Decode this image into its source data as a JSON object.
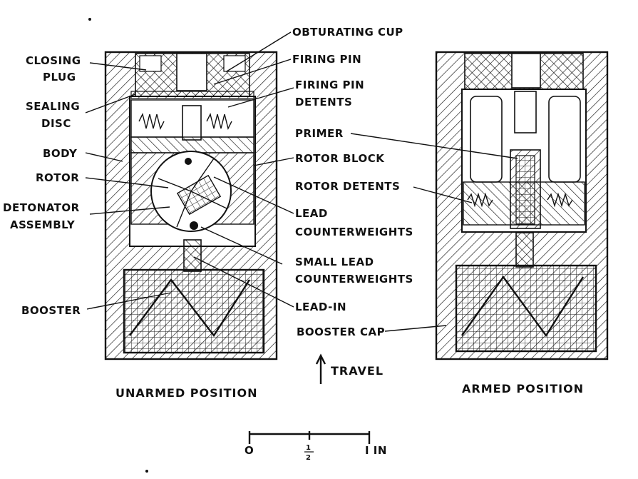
{
  "labels": {
    "obturating_cup": "OBTURATING CUP",
    "firing_pin": "FIRING PIN",
    "firing_pin_detents_1": "FIRING PIN",
    "firing_pin_detents_2": "DETENTS",
    "closing_plug_1": "CLOSING",
    "closing_plug_2": "PLUG",
    "sealing_disc_1": "SEALING",
    "sealing_disc_2": "DISC",
    "body": "BODY",
    "rotor": "ROTOR",
    "detonator_1": "DETONATOR",
    "detonator_2": "ASSEMBLY",
    "primer": "PRIMER",
    "rotor_block": "ROTOR BLOCK",
    "rotor_detents": "ROTOR DETENTS",
    "lead_counterweights_1": "LEAD",
    "lead_counterweights_2": "COUNTERWEIGHTS",
    "small_lead_1": "SMALL LEAD",
    "small_lead_2": "COUNTERWEIGHTS",
    "lead_in": "LEAD-IN",
    "booster": "BOOSTER",
    "booster_cap": "BOOSTER CAP"
  },
  "captions": {
    "travel": "TRAVEL",
    "unarmed": "UNARMED POSITION",
    "armed": "ARMED POSITION"
  },
  "scale": {
    "zero": "O",
    "half_num": "1",
    "half_den": "2",
    "one": "I IN"
  }
}
